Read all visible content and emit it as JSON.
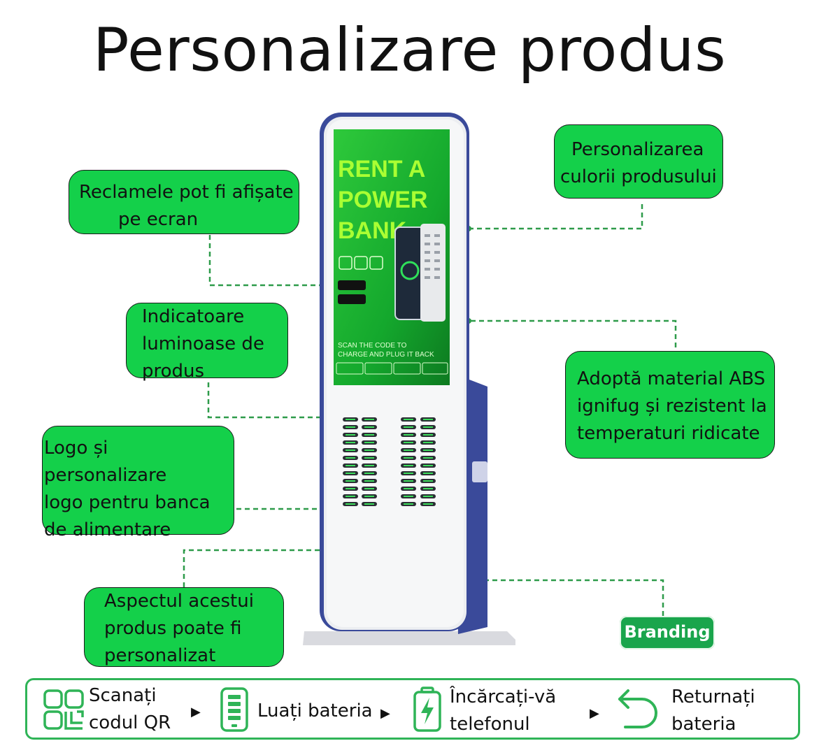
{
  "title": "Personalizare produs",
  "kiosk": {
    "screen_headline": [
      "RENT A",
      "POWER",
      "BANK"
    ],
    "screen_scan_text": [
      "SCAN THE CODE TO",
      "CHARGE AND PLUG IT BACK"
    ]
  },
  "callouts": {
    "ads": [
      "Reclamele pot fi afișate",
      "pe ecran"
    ],
    "indicators": [
      "Indicatoare",
      "luminoase de",
      "produs"
    ],
    "logo": [
      "Logo și personalizare",
      "logo pentru banca",
      "de alimentare"
    ],
    "appearance": [
      "Aspectul acestui",
      "produs poate fi",
      "personalizat"
    ],
    "color": [
      "Personalizarea",
      "culorii produsului"
    ],
    "material": [
      "Adoptă material ABS",
      "ignifug și rezistent la",
      "temperaturi ridicate"
    ]
  },
  "branding_label": "Branding",
  "steps": [
    {
      "icon": "qr-code-icon",
      "label": [
        "Scanați",
        "codul QR"
      ]
    },
    {
      "icon": "battery-icon",
      "label": [
        "Luați bateria"
      ]
    },
    {
      "icon": "charging-battery-icon",
      "label": [
        "Încărcați-vă",
        "telefonul"
      ]
    },
    {
      "icon": "return-arrow-icon",
      "label": [
        "Returnați",
        "bateria"
      ]
    }
  ],
  "colors": {
    "callout_green": "#14d04a",
    "dashed_line": "#2e9b4a",
    "kiosk_blue": "#3a4a9a",
    "screen_green": "#1db832",
    "branding_green": "#1aa54c"
  }
}
